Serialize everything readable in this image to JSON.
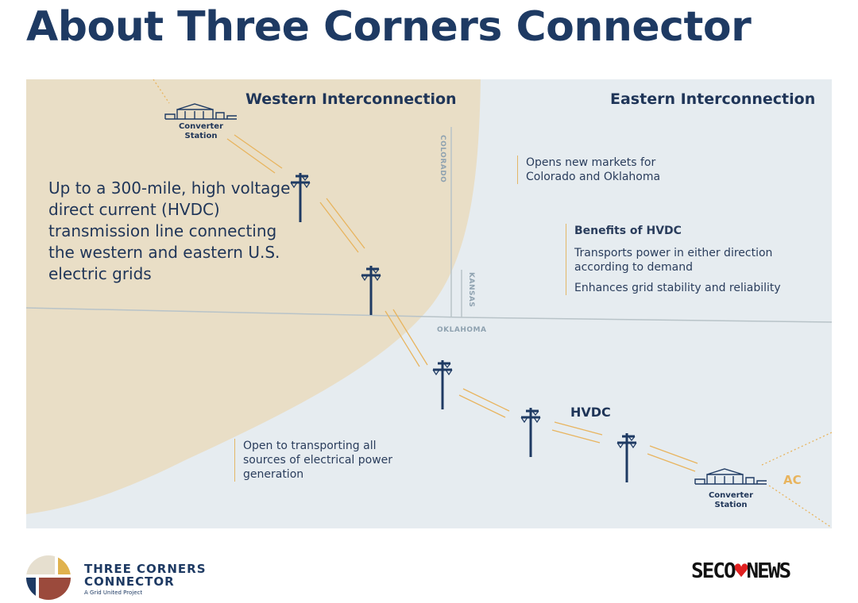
{
  "title": "About Three Corners Connector",
  "map": {
    "western": "Western Interconnection",
    "eastern": "Eastern Interconnection",
    "states": {
      "colorado": "COLORADO",
      "kansas": "KANSAS",
      "oklahoma": "OKLAHOMA"
    },
    "converter_station_west": [
      "Converter",
      "Station"
    ],
    "converter_station_east": [
      "Converter",
      "Station"
    ],
    "description": "Up to a 300-mile, high voltage direct current (HVDC) transmission line connecting the western and eastern U.S. electric grids",
    "note_markets": "Opens new markets for Colorado and Oklahoma",
    "benefits_title": "Benefits of HVDC",
    "benefit_1": "Transports power in either direction according to demand",
    "benefit_2": "Enhances grid stability and reliability",
    "note_sources": "Open to transporting all sources of electrical power generation",
    "hvdc_label": "HVDC",
    "ac_label": "AC"
  },
  "colors": {
    "tan": "#e9dec6",
    "blue": "#e6ecf0",
    "navy": "#1e3a63",
    "orange": "#e8b45e"
  },
  "footer": {
    "logo_line1": "THREE CORNERS",
    "logo_line2": "CONNECTOR",
    "logo_sub": "A Grid United Project",
    "news_left": "SECO",
    "news_right": "NEWS"
  }
}
